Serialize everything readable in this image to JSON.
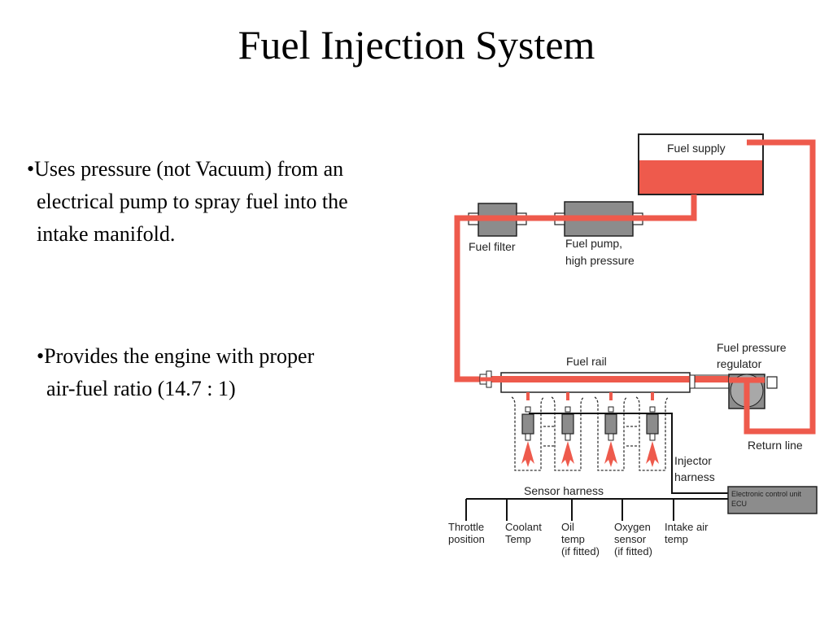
{
  "slide": {
    "title": "Fuel Injection System",
    "bullets": [
      {
        "marker": "•",
        "lines": [
          "Uses pressure (not Vacuum) from an",
          "electrical pump to spray fuel into the",
          "intake manifold."
        ]
      },
      {
        "marker": "•",
        "lines": [
          "Provides the engine with proper",
          "air-fuel ratio (14.7 : 1)"
        ]
      }
    ]
  },
  "diagram": {
    "colors": {
      "fuel": "#EE5A4C",
      "component": "#8C8C8C",
      "outline": "#222222",
      "wire": "#111111"
    },
    "labels": {
      "fuel_supply": "Fuel supply",
      "fuel_filter": "Fuel filter",
      "fuel_pump": [
        "Fuel pump,",
        "high pressure"
      ],
      "fuel_rail": "Fuel rail",
      "fuel_pressure_regulator": [
        "Fuel pressure",
        "regulator"
      ],
      "return_line": "Return line",
      "injector_harness": [
        "Injector",
        "harness"
      ],
      "sensor_harness": "Sensor harness",
      "ecu": [
        "Electronic control unit",
        "ECU"
      ]
    },
    "sensors": [
      {
        "lines": [
          "Throttle",
          "position"
        ]
      },
      {
        "lines": [
          "Coolant",
          "Temp"
        ]
      },
      {
        "lines": [
          "Oil",
          "temp",
          "(if fitted)"
        ]
      },
      {
        "lines": [
          "Oxygen",
          "sensor",
          "(if fitted)"
        ]
      },
      {
        "lines": [
          "Intake air",
          "temp"
        ]
      }
    ],
    "injector_count": 4
  }
}
